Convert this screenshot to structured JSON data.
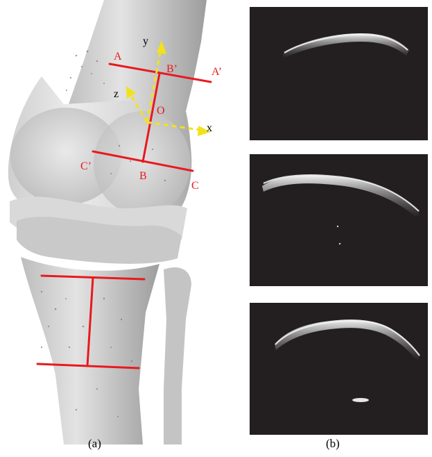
{
  "panel_a": {
    "caption": "(a)",
    "plane_labels": {
      "A": "A",
      "A_prime": "A’",
      "B": "B",
      "B_prime": "B’",
      "C": "C",
      "C_prime": "C’",
      "O": "O"
    },
    "axis_labels": {
      "x": "x",
      "y": "y",
      "z": "z"
    },
    "colors": {
      "plane_line": "#e8191f",
      "axis": "#f2e21b",
      "axis_text": "#000000"
    }
  },
  "panel_b": {
    "caption": "(b)",
    "colors": {
      "background": "#231f20",
      "echo": "#e6e6e6"
    }
  }
}
